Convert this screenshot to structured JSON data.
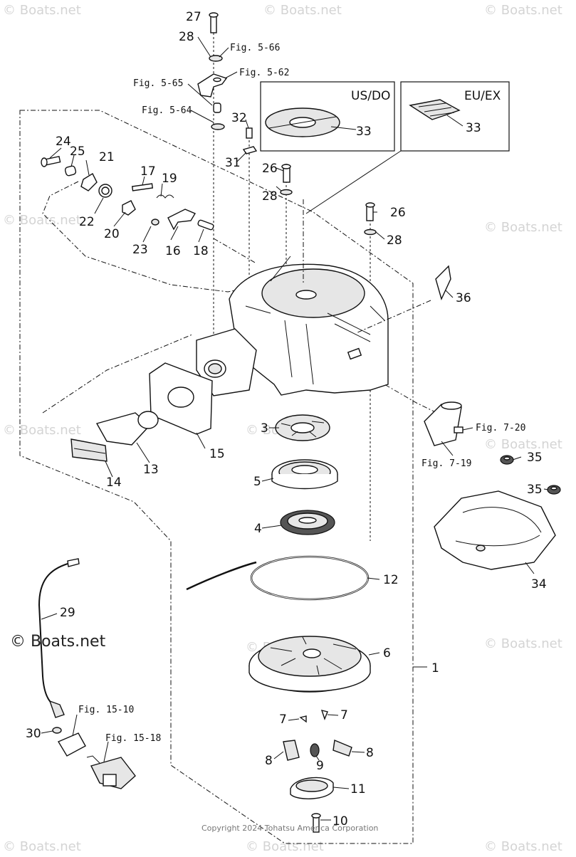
{
  "boxes": {
    "us_do": "US/DO",
    "eu_ex": "EU/EX"
  },
  "parts": [
    "27",
    "28",
    "28",
    "32",
    "31",
    "33",
    "33",
    "26",
    "28",
    "26",
    "28",
    "24",
    "25",
    "21",
    "17",
    "19",
    "22",
    "20",
    "23",
    "16",
    "18",
    "36",
    "3",
    "15",
    "13",
    "14",
    "5",
    "35",
    "35",
    "34",
    "4",
    "12",
    "29",
    "6",
    "1",
    "7",
    "7",
    "8",
    "9",
    "8",
    "11",
    "30",
    "10"
  ],
  "figure_refs": [
    "Fig. 5-66",
    "Fig. 5-62",
    "Fig. 5-65",
    "Fig. 5-64",
    "Fig. 7-20",
    "Fig. 7-19",
    "Fig. 15-10",
    "Fig. 15-18"
  ],
  "watermark": "© Boats.net",
  "copyright": "Copyright 2024 Tohatsu America Corporation"
}
